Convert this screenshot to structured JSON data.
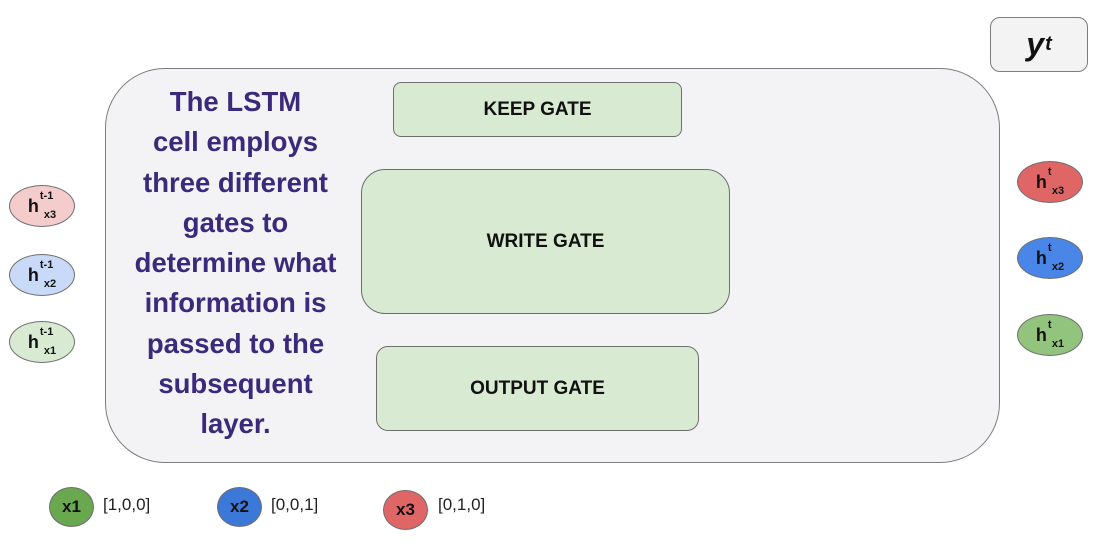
{
  "description_lines": [
    "The LSTM",
    "cell employs",
    "three different",
    "gates to",
    "determine what",
    "information is",
    "passed to the",
    "subsequent",
    "layer."
  ],
  "gates": {
    "keep": "KEEP GATE",
    "write": "WRITE GATE",
    "output": "OUTPUT GATE"
  },
  "output": {
    "base": "y",
    "sub": "t"
  },
  "inputs": [
    {
      "base": "h",
      "sup": "t-1",
      "sub": "x3",
      "color": "#f4cccc"
    },
    {
      "base": "h",
      "sup": "t-1",
      "sub": "x2",
      "color": "#c9daf8"
    },
    {
      "base": "h",
      "sup": "t-1",
      "sub": "x1",
      "color": "#d9ead3"
    }
  ],
  "outputs": [
    {
      "base": "h",
      "sup": "t",
      "sub": "x3",
      "color": "#e06666"
    },
    {
      "base": "h",
      "sup": "t",
      "sub": "x2",
      "color": "#4a86e8"
    },
    {
      "base": "h",
      "sup": "t",
      "sub": "x1",
      "color": "#93c47d"
    }
  ],
  "legend": [
    {
      "label": "x1",
      "vector": "[1,0,0]",
      "color": "#6aa84f"
    },
    {
      "label": "x2",
      "vector": "[0,0,1]",
      "color": "#3c78d8"
    },
    {
      "label": "x3",
      "vector": "[0,1,0]",
      "color": "#e06666"
    }
  ]
}
